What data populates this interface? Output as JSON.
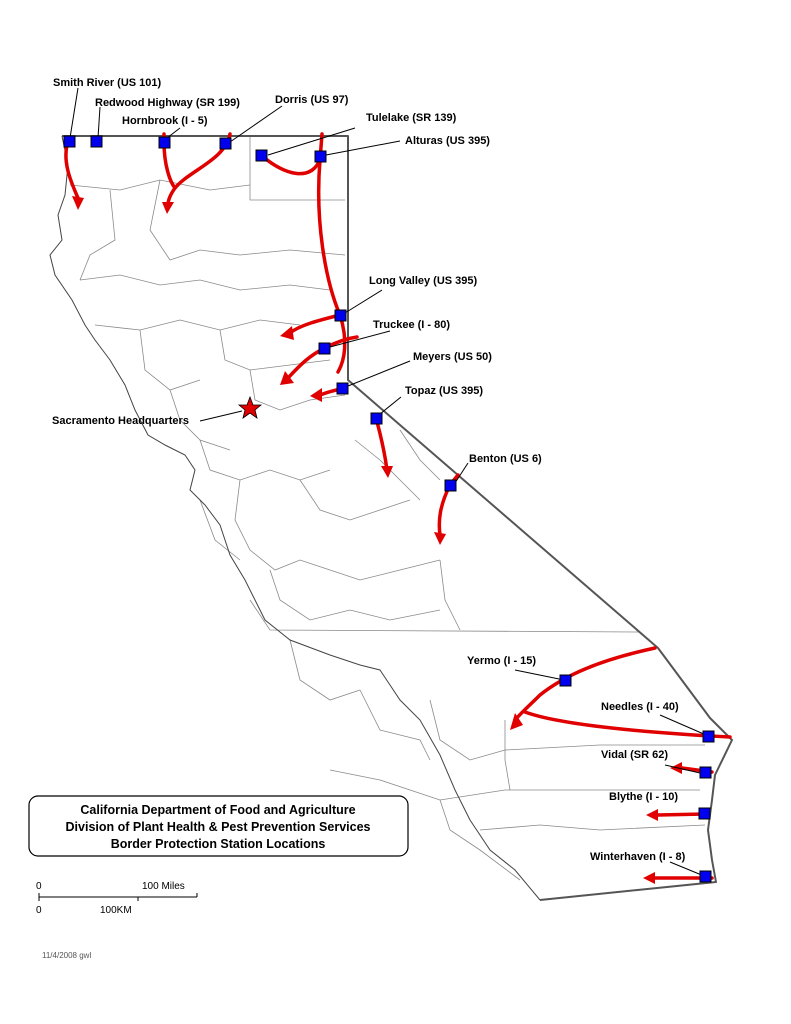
{
  "title": {
    "line1": "California Department of Food and Agriculture",
    "line2": "Division of Plant Health & Pest Prevention Services",
    "line3": "Border Protection Station Locations"
  },
  "headquarters": {
    "label": "Sacramento Headquarters"
  },
  "stations": [
    {
      "id": "smith-river",
      "label": "Smith River (US 101)"
    },
    {
      "id": "redwood-highway",
      "label": "Redwood Highway (SR 199)"
    },
    {
      "id": "hornbrook",
      "label": "Hornbrook (I - 5)"
    },
    {
      "id": "dorris",
      "label": "Dorris (US 97)"
    },
    {
      "id": "tulelake",
      "label": "Tulelake (SR 139)"
    },
    {
      "id": "alturas",
      "label": "Alturas (US 395)"
    },
    {
      "id": "long-valley",
      "label": "Long Valley (US 395)"
    },
    {
      "id": "truckee",
      "label": "Truckee (I - 80)"
    },
    {
      "id": "meyers",
      "label": "Meyers (US 50)"
    },
    {
      "id": "topaz",
      "label": "Topaz (US 395)"
    },
    {
      "id": "benton",
      "label": "Benton (US 6)"
    },
    {
      "id": "yermo",
      "label": "Yermo (I - 15)"
    },
    {
      "id": "needles",
      "label": "Needles (I - 40)"
    },
    {
      "id": "vidal",
      "label": "Vidal (SR 62)"
    },
    {
      "id": "blythe",
      "label": "Blythe (I - 10)"
    },
    {
      "id": "winterhaven",
      "label": "Winterhaven (I - 8)"
    }
  ],
  "scale": {
    "zero_top": "0",
    "miles_label": "100 Miles",
    "zero_bottom": "0",
    "km_label": "100KM"
  },
  "date_note": "11/4/2008 gwl",
  "colors": {
    "station": "#0000ee",
    "route": "#e00000",
    "headquarters": "#e00000"
  }
}
